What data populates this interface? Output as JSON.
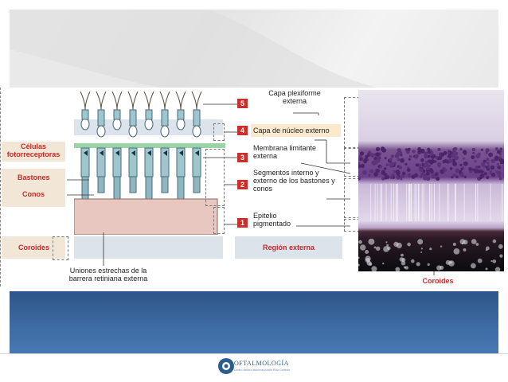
{
  "labels": {
    "celulas_fotorreceptoras": "Células fotorreceptoras",
    "bastones": "Bastones",
    "conos": "Conos",
    "coroides_left": "Coroides",
    "uniones": "Uniones estrechas de la barrera retiniana externa",
    "capa_plexiforme": "Capa plexiforme externa",
    "capa_nucleo": "Capa de núcleo externo",
    "membrana": "Membrana limitante externa",
    "segmentos": "Segmentos interno y externo de los bastones y conos",
    "epitelio": "Epitelio pigmentado",
    "region_externa": "Región externa",
    "coroides_right": "Coroides"
  },
  "numbers": [
    "5",
    "4",
    "3",
    "2",
    "1"
  ],
  "footer": {
    "logo_text": "OFTALMOLOGÍA",
    "logo_sub": "Centro Médico Nacional Adolfo Ruiz Cortines"
  },
  "colors": {
    "label_red": "#c92a2a",
    "number_red": "#c9302c",
    "band_blue": "#3e6ca4"
  }
}
